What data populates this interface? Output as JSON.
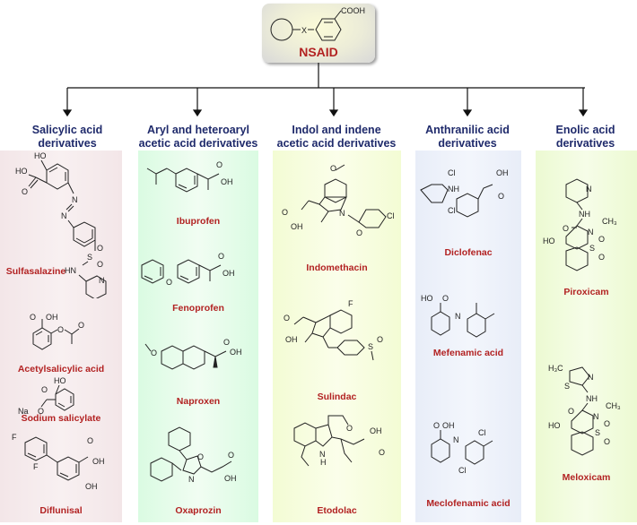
{
  "header": {
    "scaffold_substituent": "COOH",
    "scaffold_linker": "X",
    "title": "NSAID"
  },
  "categories": [
    {
      "title_line1": "Salicylic acid",
      "title_line2": "derivatives",
      "drugs": [
        "Sulfasalazine",
        "Acetylsalicylic acid",
        "Sodium salicylate",
        "Diflunisal"
      ]
    },
    {
      "title_line1": "Aryl and heteroaryl",
      "title_line2": "acetic acid derivatives",
      "drugs": [
        "Ibuprofen",
        "Fenoprofen",
        "Naproxen",
        "Oxaprozin"
      ]
    },
    {
      "title_line1": "Indol and indene",
      "title_line2": "acetic acid derivatives",
      "drugs": [
        "Indomethacin",
        "Sulindac",
        "Etodolac"
      ]
    },
    {
      "title_line1": "Anthranilic acid",
      "title_line2": "derivatives",
      "drugs": [
        "Diclofenac",
        "Mefenamic acid",
        "Meclofenamic acid"
      ]
    },
    {
      "title_line1": "Enolic acid",
      "title_line2": "derivatives",
      "drugs": [
        "Piroxicam",
        "Meloxicam"
      ]
    }
  ],
  "atom_labels": {
    "HO": "HO",
    "OH": "OH",
    "O": "O",
    "N": "N",
    "NH": "NH",
    "HN": "HN",
    "H": "H",
    "S": "S",
    "Cl": "Cl",
    "F": "F",
    "Na": "Na",
    "plus": "+",
    "CH3": "CH₃",
    "H3C": "H₃C"
  },
  "colors": {
    "category_title": "#1f2a6b",
    "drug_name": "#b22222",
    "nsaid_label": "#b22222",
    "panel_salicylic": "#f3e6e8",
    "panel_aryl": "#dafbe2",
    "panel_indol": "#f3fcd4",
    "panel_anthranilic": "#e8edf8",
    "panel_enolic": "#ecfad2"
  }
}
